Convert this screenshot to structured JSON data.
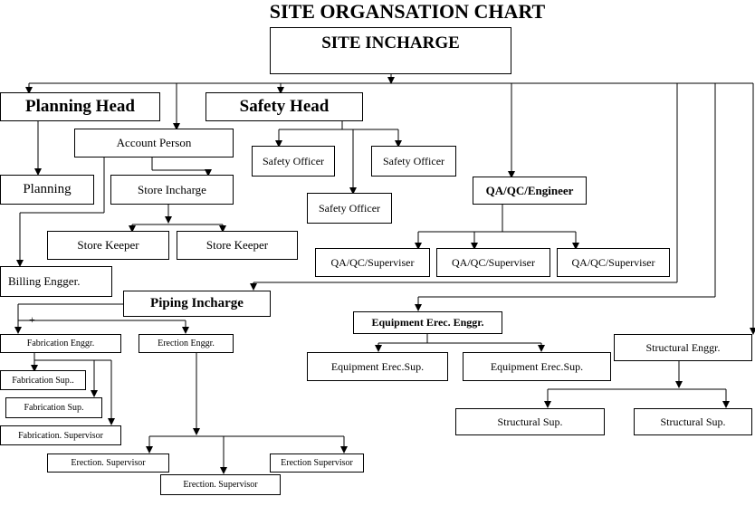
{
  "title": "SITE ORGANSATION CHART",
  "plus_mark": "+",
  "nodes": {
    "site_incharge": "SITE INCHARGE",
    "planning_head": "Planning Head",
    "safety_head": "Safety Head",
    "account_person": "Account Person",
    "planning": "Planning",
    "store_incharge": "Store Incharge",
    "store_keeper_1": "Store Keeper",
    "store_keeper_2": "Store Keeper",
    "billing_enggr": "Billing Engger.",
    "safety_officer_1": "Safety Officer",
    "safety_officer_2": "Safety Officer",
    "safety_officer_3": "Safety Officer",
    "qa_qc_engineer": "QA/QC/Engineer",
    "qa_qc_superviser_1": "QA/QC/Superviser",
    "qa_qc_superviser_2": "QA/QC/Superviser",
    "qa_qc_superviser_3": "QA/QC/Superviser",
    "piping_incharge": "Piping Incharge",
    "fabrication_enggr": "Fabrication Enggr.",
    "erection_enggr": "Erection Enggr.",
    "fabrication_sup_1": "Fabrication Sup..",
    "fabrication_sup_2": "Fabrication Sup.",
    "fabrication_supervisor": "Fabrication. Supervisor",
    "erection_supervisor_1": "Erection. Supervisor",
    "erection_supervisor_2": "Erection. Supervisor",
    "erection_supervisor_3": "Erection Supervisor",
    "equipment_erec_enggr": "Equipment Erec. Enggr.",
    "equipment_erec_sup_1": "Equipment Erec.Sup.",
    "equipment_erec_sup_2": "Equipment Erec.Sup.",
    "structural_enggr": "Structural Enggr.",
    "structural_sup_1": "Structural Sup.",
    "structural_sup_2": "Structural Sup."
  }
}
